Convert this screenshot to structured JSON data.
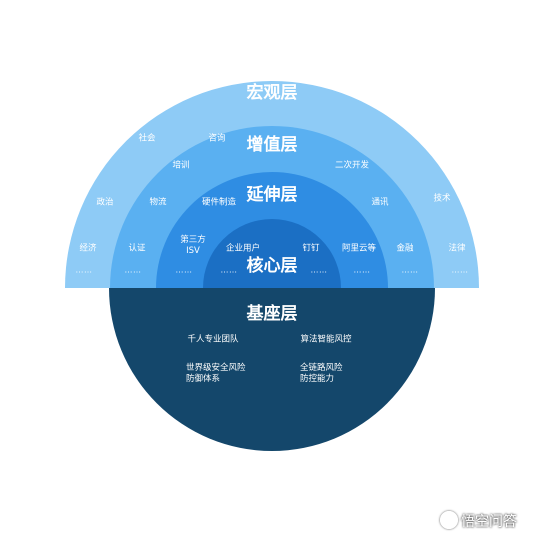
{
  "colors": {
    "macro": "#8ecbf6",
    "value_added": "#5ab0f1",
    "extension": "#2f8de3",
    "core": "#1b6fc4",
    "base": "#14476b"
  },
  "layers": {
    "macro": "宏观层",
    "value_added": "增值层",
    "extension": "延伸层",
    "core": "核心层",
    "base": "基座层"
  },
  "macro_items": {
    "society": "社会",
    "politics": "政治",
    "economy": "经济",
    "technology": "技术",
    "law": "法律",
    "more_left": "……",
    "more_right": "……"
  },
  "value_added_items": {
    "consulting": "咨询",
    "training": "培训",
    "logistics": "物流",
    "certification": "认证",
    "secondary_dev": "二次开发",
    "telecom": "通讯",
    "finance": "金融",
    "more_left": "……",
    "more_right": "……"
  },
  "extension_items": {
    "hardware": "硬件制造",
    "third_party_isv": "第三方\nISV",
    "dingtalk": "钉钉",
    "aliyun": "阿里云等",
    "more_left": "……",
    "more_right": "……"
  },
  "core_items": {
    "enterprise_users": "企业用户",
    "more_left": "……",
    "more_right": "……"
  },
  "base_items": {
    "team": "千人专业团队",
    "algorithm": "算法智能风控",
    "security": "世界级安全风险\n防御体系",
    "chain": "全链路风险\n防控能力"
  },
  "watermark": "悟空问答"
}
